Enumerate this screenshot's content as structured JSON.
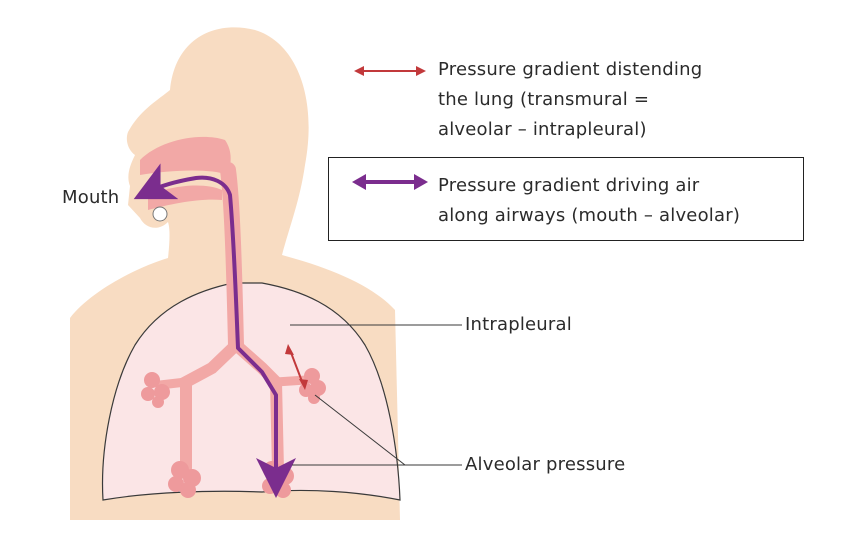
{
  "labels": {
    "mouth": "Mouth",
    "intrapleural": "Intrapleural",
    "alveolar": "Alveolar pressure"
  },
  "legend": {
    "transmural": {
      "line1": "Pressure gradient distending",
      "line2": "the lung (transmural =",
      "line3": "alveolar – intrapleural)",
      "color": "#c2393b"
    },
    "airway": {
      "line1": "Pressure gradient driving air",
      "line2": "along airways (mouth – alveolar)",
      "color": "#7b2d8e"
    }
  },
  "colors": {
    "body": "#f8dcc2",
    "lung": "#fbe5e6",
    "airway": "#f2a8a6",
    "alveoli": "#ee9a9c",
    "outline": "#3a3a3a"
  }
}
